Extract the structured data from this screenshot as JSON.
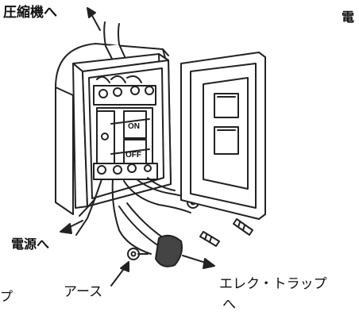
{
  "labels": {
    "to_compressor": "圧縮機へ",
    "edge_top_right": "電",
    "to_power": "電源へ",
    "earth": "アース",
    "edge_left": "プ",
    "to_elec_trap_line1": "エレク・トラップ",
    "to_elec_trap_line2": "へ"
  },
  "switch": {
    "on_label": "ON",
    "off_label": "OFF"
  }
}
